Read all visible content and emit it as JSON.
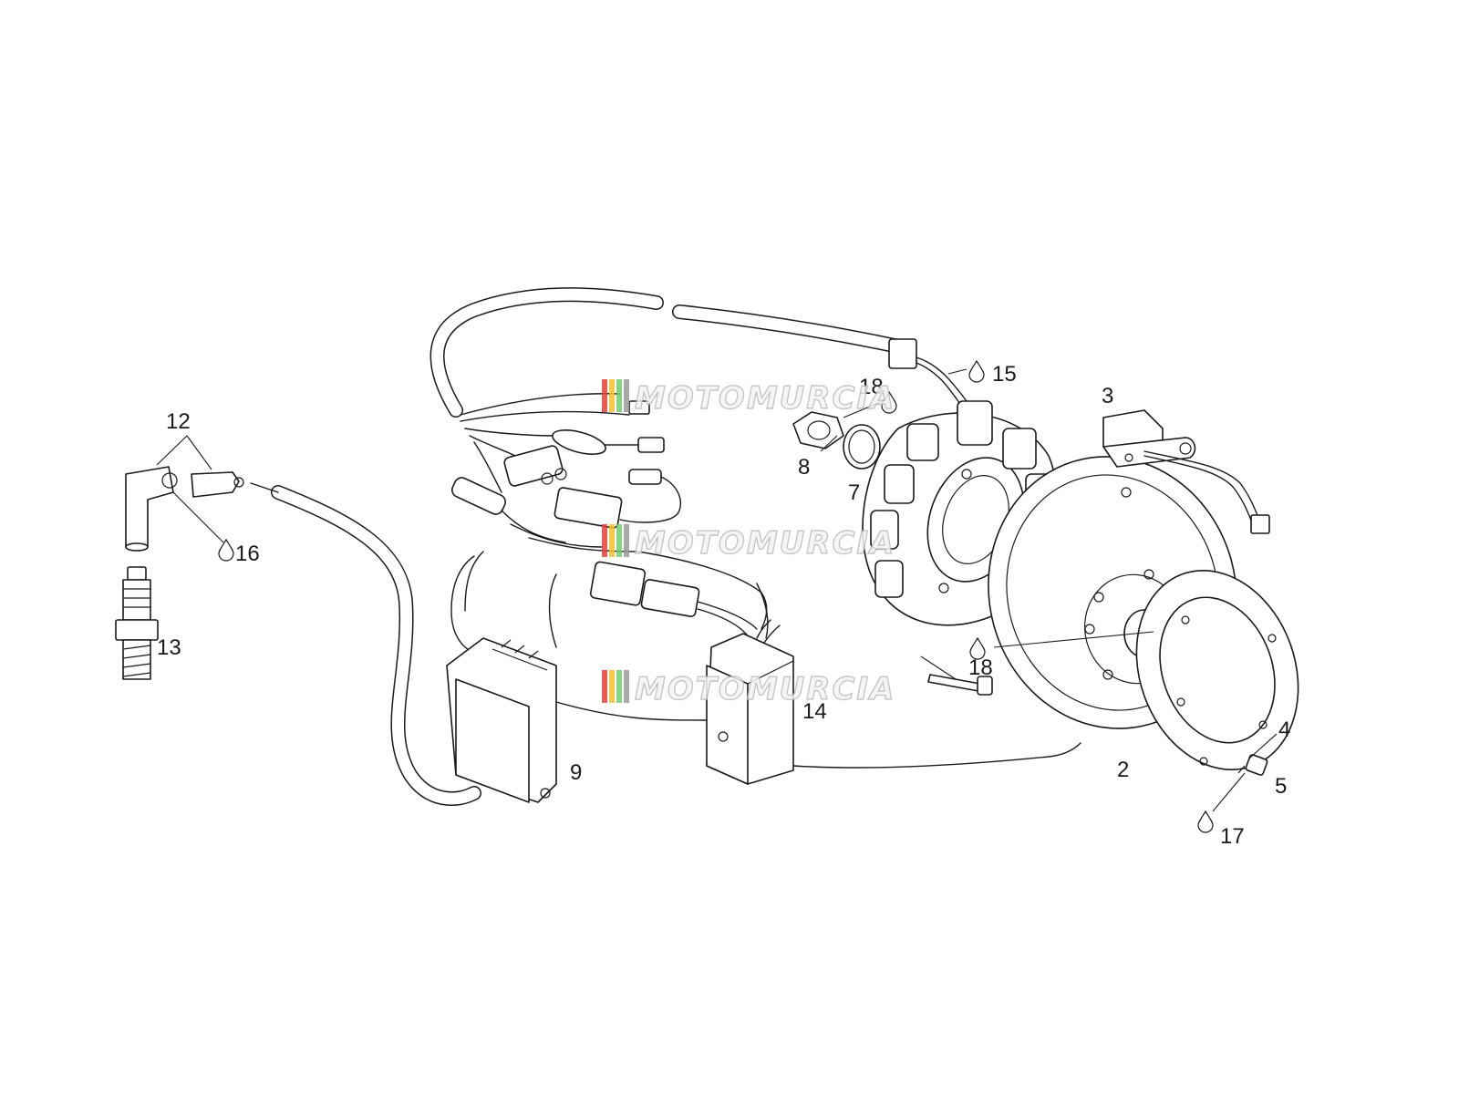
{
  "watermark": {
    "text": "MOTOMURCIA",
    "stripe_colors": [
      "#e0453a",
      "#f2c230",
      "#7cc576",
      "#9a9a9a"
    ]
  },
  "callouts": {
    "c2": "2",
    "c3": "3",
    "c4": "4",
    "c5": "5",
    "c7": "7",
    "c8": "8",
    "c9": "9",
    "c12": "12",
    "c13": "13",
    "c14": "14",
    "c15": "15",
    "c16": "16",
    "c17": "17",
    "c18a": "18",
    "c18b": "18"
  },
  "colors": {
    "line": "#1a1a1a",
    "background": "#ffffff"
  }
}
